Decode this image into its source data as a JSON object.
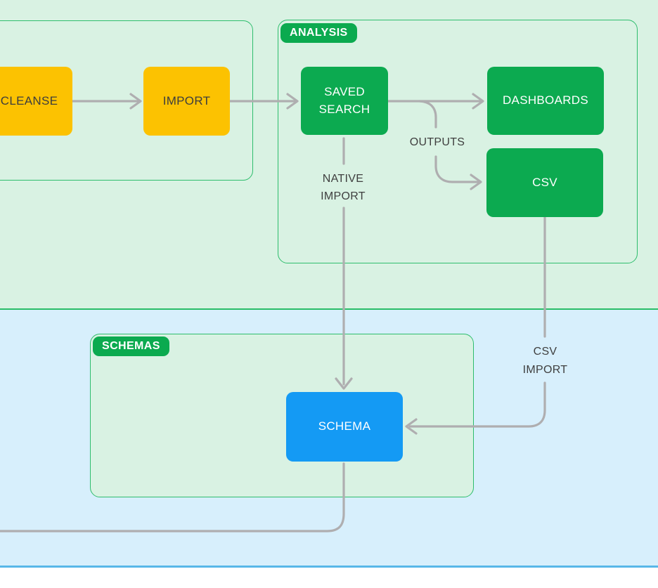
{
  "diagram": {
    "containers": {
      "analysis": {
        "label": "ANALYSIS"
      },
      "schemas": {
        "label": "SCHEMAS"
      }
    },
    "nodes": {
      "cleanse": {
        "label": "CLEANSE"
      },
      "import": {
        "label": "IMPORT"
      },
      "saved_search": {
        "label": "SAVED SEARCH"
      },
      "dashboards": {
        "label": "DASHBOARDS"
      },
      "csv": {
        "label": "CSV"
      },
      "schema": {
        "label": "SCHEMA"
      }
    },
    "edge_labels": {
      "outputs": "OUTPUTS",
      "native_import": [
        "NATIVE",
        "IMPORT"
      ],
      "csv_import": [
        "CSV",
        "IMPORT"
      ]
    }
  },
  "colors": {
    "zone_top_bg": "#d9f2e3",
    "zone_bottom_bg": "#d7effc",
    "zone_top_border": "#29bd68",
    "zone_bottom_border": "#58b7e8",
    "container_border": "#2ebd6d",
    "badge_bg": "#0baa4f",
    "node_yellow": "#fcc201",
    "node_green": "#0caa50",
    "node_blue": "#149af4",
    "edge_gray": "#afaeb0",
    "label_dark": "#3f3f3f"
  }
}
